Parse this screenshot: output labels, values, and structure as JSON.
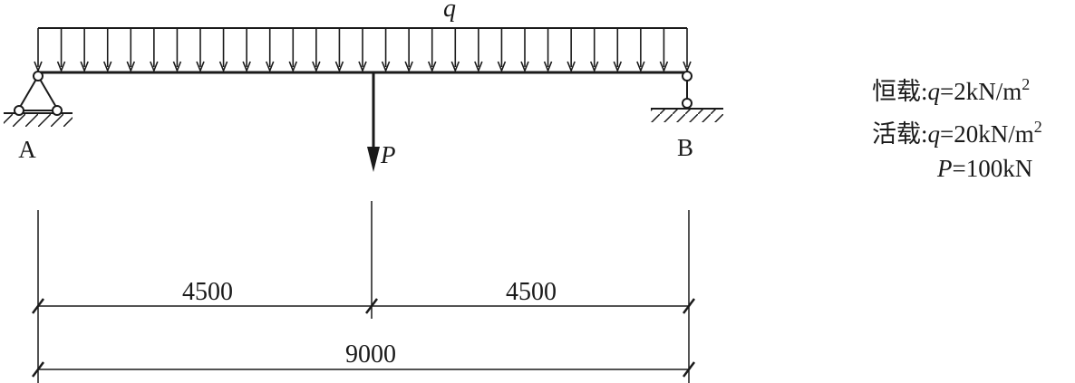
{
  "diagram": {
    "load_label": "q",
    "point_load_label": "P",
    "support_left_label": "A",
    "support_right_label": "B",
    "dimensions": {
      "left_span": "4500",
      "right_span": "4500",
      "total_span": "9000"
    }
  },
  "legend": {
    "dead_load": {
      "prefix": "恒载:",
      "symbol": "q",
      "value": "=2kN/m",
      "exponent": "2"
    },
    "live_load": {
      "prefix": "活载:",
      "symbol": "q",
      "value": "=20kN/m",
      "exponent": "2"
    },
    "point_load": {
      "symbol": "P",
      "value": "=100kN"
    }
  }
}
